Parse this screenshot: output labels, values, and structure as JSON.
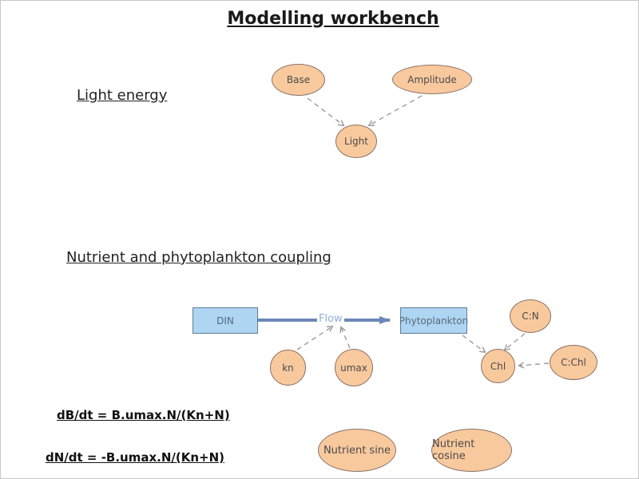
{
  "title": "Modelling workbench",
  "sections": {
    "light": {
      "heading": "Light energy"
    },
    "coupling": {
      "heading": "Nutrient and phytoplankton coupling"
    }
  },
  "nodes": {
    "base": "Base",
    "amplitude": "Amplitude",
    "light": "Light",
    "kn": "kn",
    "umax": "umax",
    "cn": "C:N",
    "chl": "Chl",
    "cchl": "C:Chl",
    "nutrient_sine": "Nutrient sine",
    "nutrient_cosine": "Nutrient cosine"
  },
  "boxes": {
    "din": "DIN",
    "phytoplankton": "Phytoplankton"
  },
  "flow": {
    "label": "Flow"
  },
  "formulas": {
    "biomass": "dB/dt = B.umax.N/(Kn+N)",
    "nutrient": "dN/dt = -B.umax.N/(Kn+N)"
  },
  "colors": {
    "node_fill": "#f9c99e",
    "node_border": "#8a7365",
    "box_fill": "#aed5f2",
    "box_border": "#5f7d99",
    "flow_arrow": "#6c88b8",
    "flow_label_text": "#8fafd4",
    "dashed_connector": "#9a9a9a",
    "heading_text": "#222222",
    "node_text": "#4a4a4a",
    "box_text": "#566b7e",
    "background": "#ffffff"
  }
}
